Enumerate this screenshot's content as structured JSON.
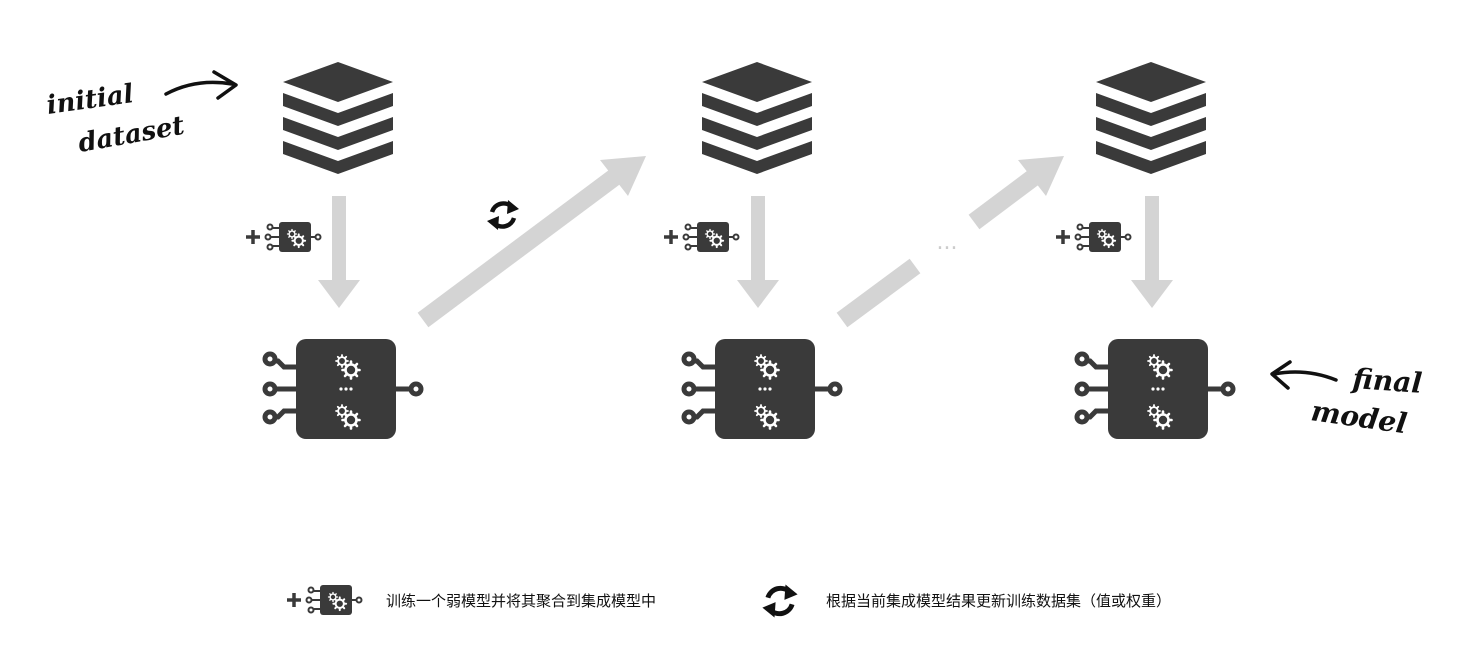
{
  "annotations": {
    "initial_line1": "initial",
    "initial_line2": "dataset",
    "final_line1": "final",
    "final_line2": "model",
    "ellipsis": "..."
  },
  "legend": {
    "train_text": "训练一个弱模型并将其聚合到集成模型中",
    "update_text": "根据当前集成模型结果更新训练数据集（值或权重）"
  },
  "colors": {
    "dark": "#3a3a3a",
    "arrow": "#d4d4d4",
    "text": "#111111"
  },
  "icons": [
    "dataset-stack-icon",
    "weak-model-icon",
    "ensemble-model-icon",
    "refresh-cycle-icon",
    "plus-icon"
  ]
}
